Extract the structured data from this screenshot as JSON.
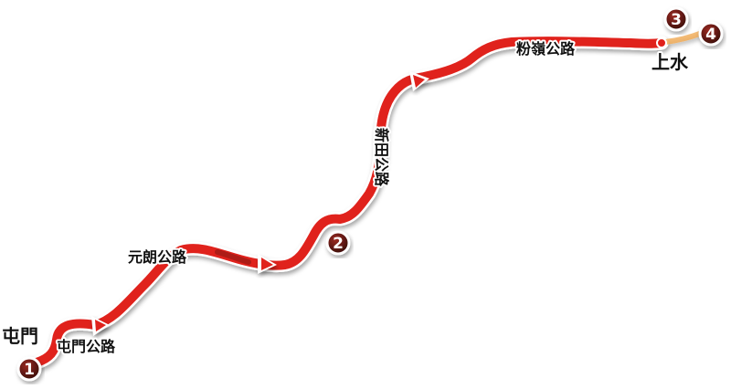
{
  "places": {
    "start": "屯門",
    "end": "上水"
  },
  "roads": {
    "tuen_mun_road": "屯門公路",
    "yuen_long_highway": "元朗公路",
    "san_tin_highway": "新田公路",
    "fanling_highway": "粉嶺公路"
  },
  "markers": [
    "1",
    "2",
    "3",
    "4"
  ],
  "colors": {
    "route": "#e0201b",
    "route_shadow": "#8a1a16",
    "marker_fill": "#5a1512",
    "end_dot": "#e0201b"
  },
  "icons": [
    "direction-arrow-icon",
    "direction-arrow-icon",
    "direction-arrow-icon",
    "location-marker-icon"
  ]
}
